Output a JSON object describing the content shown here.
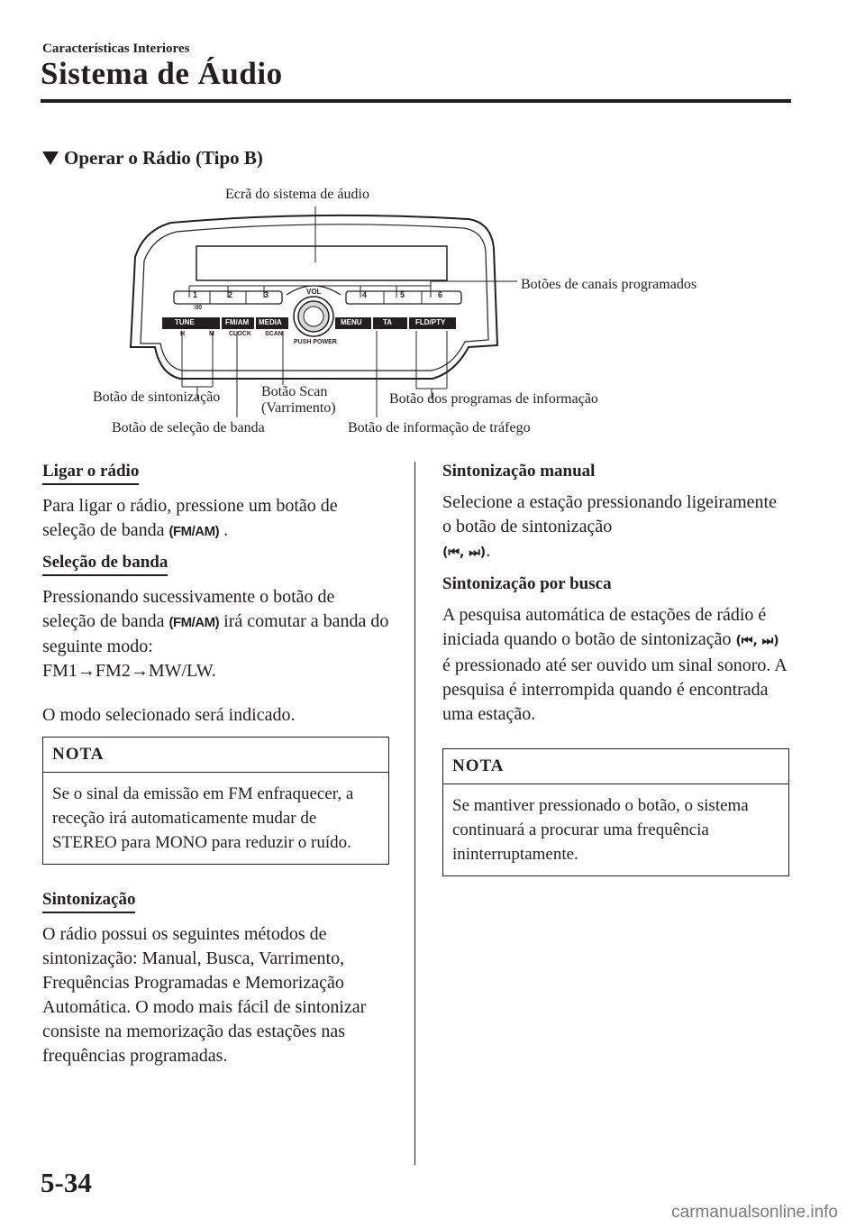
{
  "header": {
    "chapter": "Características Interiores",
    "title": "Sistema de Áudio"
  },
  "section": {
    "heading": "Operar o Rádio (Tipo B)"
  },
  "diagram": {
    "labels": {
      "screen": "Ecrã do sistema de áudio",
      "presets": "Botões de canais programados",
      "tuning": "Botão de sintonização",
      "scan_line1": "Botão Scan",
      "scan_line2": "(Varrimento)",
      "info_programs": "Botão dos programas de informação",
      "band": "Botão de seleção de banda",
      "traffic": "Botão de informação de tráfego"
    },
    "panel": {
      "presets_left": [
        "1",
        "2",
        "3"
      ],
      "presets_right": [
        "4",
        "5",
        "6"
      ],
      "colon_00": ":00",
      "vol": "VOL",
      "tune": "TUNE",
      "fmam": "FM/AM",
      "media": "MEDIA",
      "menu": "MENU",
      "ta": "TA",
      "fldpty": "FLD/PTY",
      "h": "H",
      "m": "M",
      "clock": "CLOCK",
      "scan": "SCAN",
      "push_power": "PUSH POWER"
    }
  },
  "left": {
    "h1": "Ligar o rádio",
    "p1_a": "Para ligar o rádio, pressione um botão de seleção de banda ",
    "p1_key": "(FM/AM)",
    "p1_b": " .",
    "h2": "Seleção de banda",
    "p2_a": "Pressionando sucessivamente o botão de seleção de banda ",
    "p2_key": "(FM/AM)",
    "p2_b": " irá comutar a banda do seguinte modo:",
    "p2_seq": "FM1→FM2→MW/LW.",
    "p3": "O modo selecionado será indicado.",
    "note_title": "NOTA",
    "note_text": "Se o sinal da emissão em FM enfraquecer, a receção irá automaticamente mudar de STEREO para MONO para reduzir o ruído.",
    "h3": "Sintonização",
    "p4": "O rádio possui os seguintes métodos de sintonização: Manual, Busca, Varrimento, Frequências Programadas e Memorização Automática. O modo mais fácil de sintonizar consiste na memorização das estações nas frequências programadas."
  },
  "right": {
    "h1": "Sintonização manual",
    "p1_a": "Selecione a estação pressionando ligeiramente o botão de sintonização",
    "p1_icons": "(⏮, ⏭)",
    "p1_b": ".",
    "h2": "Sintonização por busca",
    "p2_a": "A pesquisa automática de estações de rádio é iniciada quando o botão de sintonização ",
    "p2_icons": "(⏮, ⏭)",
    "p2_b": " é pressionado até ser ouvido um sinal sonoro. A pesquisa é interrompida quando é encontrada uma estação.",
    "note_title": "NOTA",
    "note_text": "Se mantiver pressionado o botão, o sistema continuará a procurar uma frequência ininterruptamente."
  },
  "footer": {
    "page": "5-34",
    "watermark": "carmanualsonline.info"
  }
}
